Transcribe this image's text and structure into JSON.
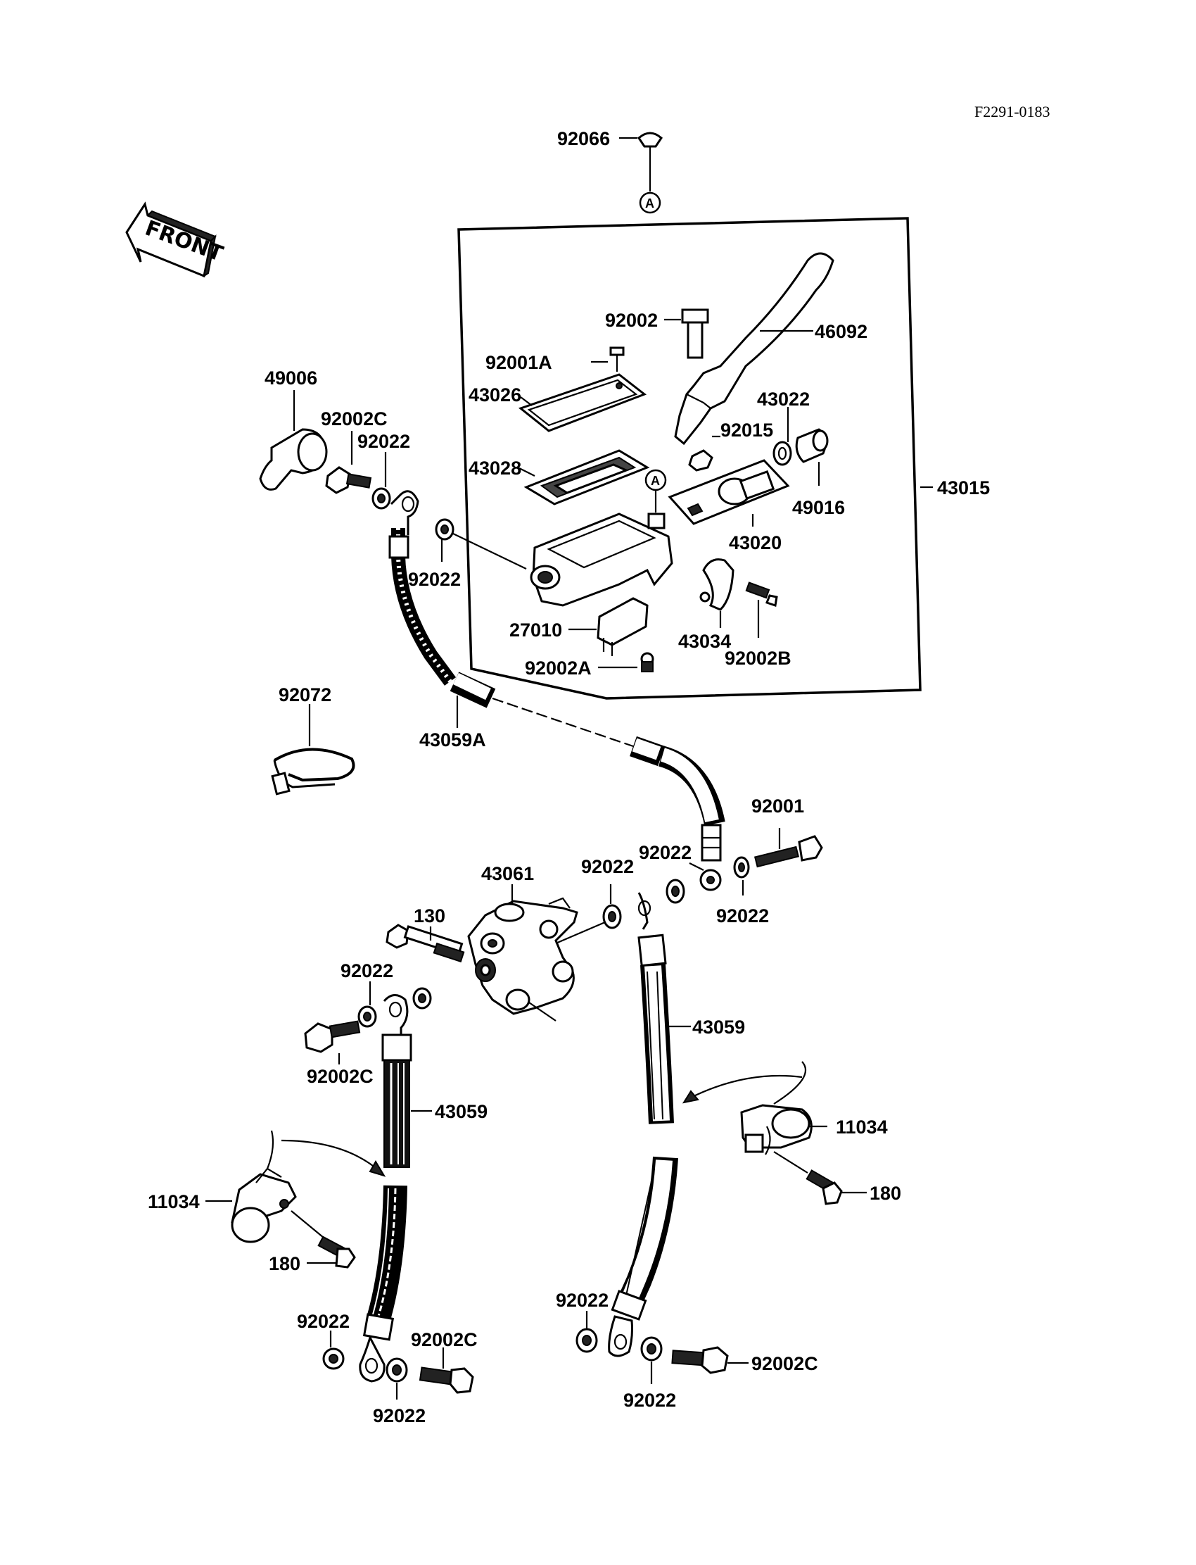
{
  "diagram": {
    "code": "F2291-0183",
    "front_label": "FRONT",
    "marker_a": "A",
    "colors": {
      "ink": "#000000",
      "paper": "#ffffff"
    },
    "labels": {
      "l92066": "92066",
      "l92002": "92002",
      "l46092": "46092",
      "l92001A": "92001A",
      "l49006": "49006",
      "l43026": "43026",
      "l43022": "43022",
      "l92002C_top": "92002C",
      "l92022_top": "92022",
      "l92015": "92015",
      "l43028": "43028",
      "l43015": "43015",
      "l49016": "49016",
      "l43020": "43020",
      "l92022_mid": "92022",
      "l27010": "27010",
      "l43034": "43034",
      "l92002A": "92002A",
      "l92002B": "92002B",
      "l92072": "92072",
      "l43059A": "43059A",
      "l92001": "92001",
      "l92022_r1": "92022",
      "l43061": "43061",
      "l92022_r2": "92022",
      "l92022_r3": "92022",
      "l130": "130",
      "l92022_l1": "92022",
      "l43059_r": "43059",
      "l92002C_l": "92002C",
      "l43059_l": "43059",
      "l11034_r": "11034",
      "l180_r": "180",
      "l11034_l": "11034",
      "l180_l": "180",
      "l92022_bl1": "92022",
      "l92002C_bl": "92002C",
      "l92022_bl2": "92022",
      "l92022_br1": "92022",
      "l92002C_br": "92002C",
      "l92022_br2": "92022"
    }
  }
}
